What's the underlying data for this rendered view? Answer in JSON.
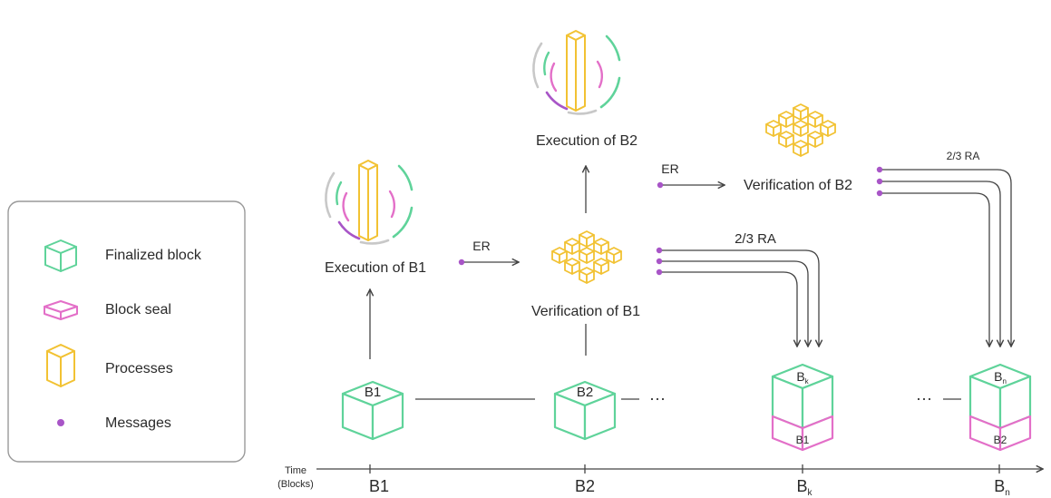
{
  "legend": {
    "items": [
      {
        "icon": "finalized-block-icon",
        "label": "Finalized block",
        "color": "#5fd39a"
      },
      {
        "icon": "block-seal-icon",
        "label": "Block seal",
        "color": "#e36fc8"
      },
      {
        "icon": "processes-icon",
        "label": "Processes",
        "color": "#f2c233"
      },
      {
        "icon": "message-dot-icon",
        "label": "Messages",
        "color": "#a855c7"
      }
    ]
  },
  "stages": {
    "execution_b1": "Execution of B1",
    "execution_b2": "Execution of B2",
    "verification_b1": "Verification of B1",
    "verification_b2": "Verification of B2"
  },
  "messages": {
    "er_1": "ER",
    "er_2": "ER",
    "ra_1": "2/3 RA",
    "ra_2": "2/3 RA"
  },
  "blocks": {
    "b1": "B1",
    "b2": "B2",
    "bk_base": "B",
    "bk_sub": "k",
    "bn_base": "B",
    "bn_sub": "n",
    "seal_k": "B1",
    "seal_n": "B2",
    "ellipsis_1": "···",
    "ellipsis_2": "···"
  },
  "timeline": {
    "axis_label_1": "Time",
    "axis_label_2": "(Blocks)",
    "ticks": [
      {
        "base": "B1",
        "sub": ""
      },
      {
        "base": "B2",
        "sub": ""
      },
      {
        "base": "B",
        "sub": "k"
      },
      {
        "base": "B",
        "sub": "n"
      }
    ]
  },
  "colors": {
    "green": "#5fd39a",
    "pink": "#e36fc8",
    "yellow": "#f2c233",
    "purple": "#a855c7",
    "gray": "#c8c8c8",
    "line": "#444444"
  }
}
